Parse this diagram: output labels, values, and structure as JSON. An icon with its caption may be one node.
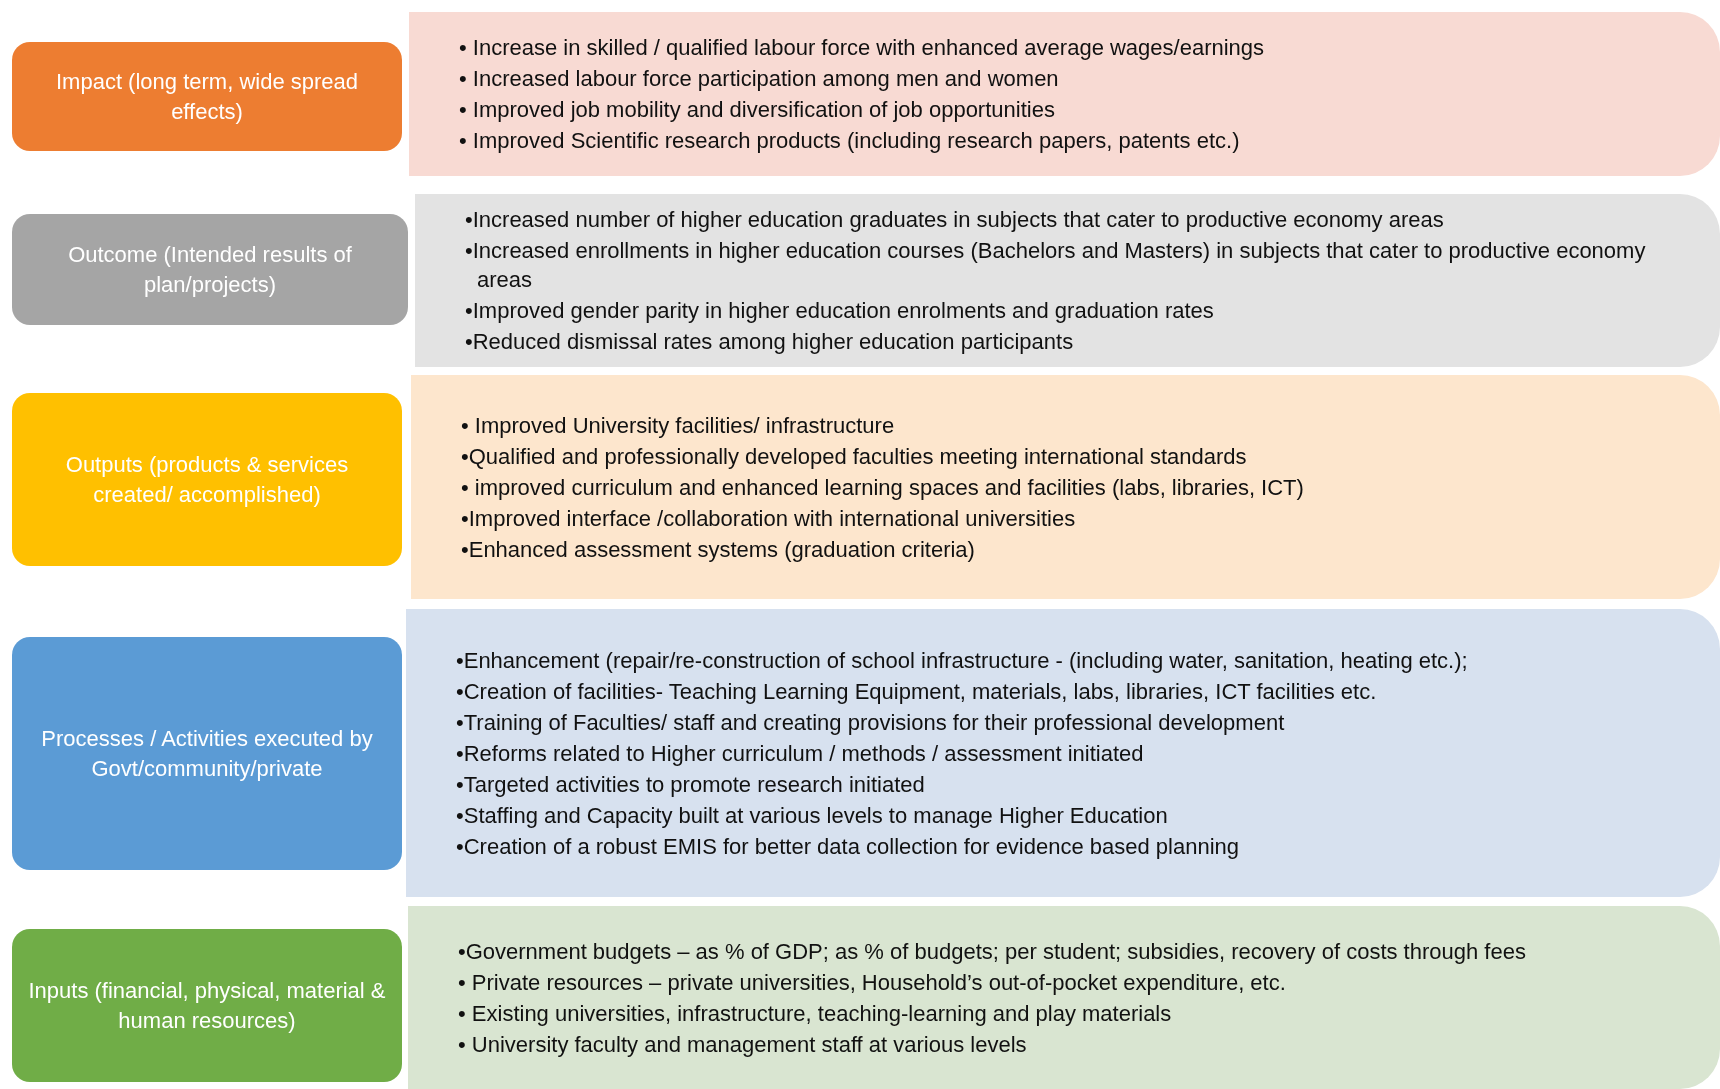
{
  "diagram": {
    "nodes": [
      {
        "text": [
          "Impact (long term, wide spread effects)"
        ]
      },
      {
        "text": [
          "• Increase in skilled / qualified labour force with enhanced average wages/earnings",
          "• Increased labour force participation among men and women",
          "• Improved job mobility and diversification of job opportunities",
          "• Improved Scientific research products (including research papers, patents etc.)"
        ]
      },
      {
        "text": [
          "Outcome (Intended results of plan/projects)"
        ]
      },
      {
        "text": [
          "•Increased number of higher education graduates in subjects that cater to productive economy areas",
          "•Increased enrollments in higher education courses (Bachelors and Masters) in subjects that cater to productive economy areas",
          "•Improved gender parity in higher education enrolments and graduation rates",
          "•Reduced dismissal rates among higher education participants"
        ]
      },
      {
        "text": [
          "Outputs (products & services created/ accomplished)"
        ]
      },
      {
        "text": [
          "• Improved University facilities/ infrastructure",
          "•Qualified and professionally developed faculties meeting international standards",
          "• improved curriculum and enhanced learning spaces and facilities (labs, libraries, ICT)",
          "•Improved interface /collaboration with international universities",
          "•Enhanced assessment systems (graduation criteria)"
        ]
      },
      {
        "text": [
          "Processes / Activities executed by Govt/community/private"
        ]
      },
      {
        "text": [
          "•Enhancement (repair/re-construction of school infrastructure - (including water, sanitation, heating etc.);",
          "•Creation of facilities- Teaching Learning Equipment, materials, labs, libraries, ICT facilities etc.",
          "•Training of Faculties/ staff and creating provisions for their professional development",
          "•Reforms related to Higher curriculum / methods / assessment initiated",
          "•Targeted activities to promote research initiated",
          "•Staffing and Capacity built at various levels to manage Higher Education",
          "•Creation of a robust EMIS for better data collection for evidence based planning"
        ]
      },
      {
        "text": [
          "Inputs (financial, physical, material & human resources)"
        ]
      },
      {
        "text": [
          "•Government budgets – as % of GDP; as % of budgets; per student; subsidies, recovery of costs through fees",
          "• Private resources – private universities, Household’s out-of-pocket expenditure, etc.",
          "• Existing universities, infrastructure, teaching-learning and play materials",
          "• University faculty and management staff at various levels"
        ]
      }
    ]
  }
}
